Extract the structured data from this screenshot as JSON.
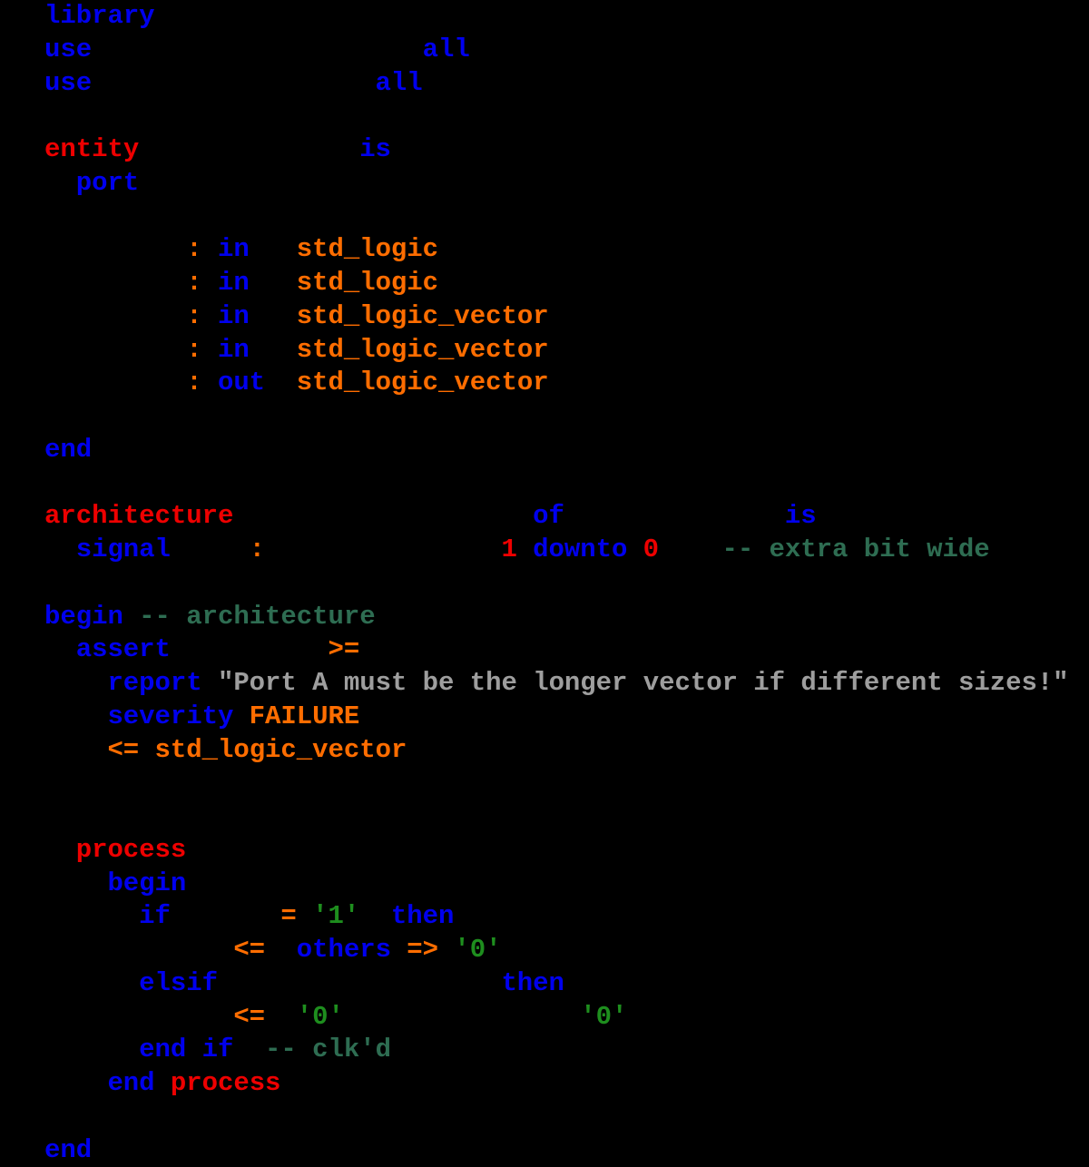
{
  "palette": {
    "background": "#000000",
    "keyword_blue": "#0000EE",
    "structure_red": "#EE0000",
    "type_orange": "#FF6D00",
    "operator_orange": "#FF6D00",
    "number_red": "#EE0000",
    "char_literal_green": "#1E8E1E",
    "comment_green": "#2E6D52",
    "string_gray": "#9E9E9E"
  },
  "code": {
    "lines": [
      {
        "tokens": [
          {
            "col": 0,
            "text": "library",
            "type": "kw"
          }
        ]
      },
      {
        "tokens": [
          {
            "col": 0,
            "text": "use",
            "type": "kw"
          },
          {
            "col": 24,
            "text": "all",
            "type": "kw"
          }
        ]
      },
      {
        "tokens": [
          {
            "col": 0,
            "text": "use",
            "type": "kw"
          },
          {
            "col": 21,
            "text": "all",
            "type": "kw"
          }
        ]
      },
      {
        "tokens": []
      },
      {
        "tokens": [
          {
            "col": 0,
            "text": "entity",
            "type": "st"
          },
          {
            "col": 20,
            "text": "is",
            "type": "kw"
          }
        ]
      },
      {
        "tokens": [
          {
            "col": 2,
            "text": "port",
            "type": "kw"
          }
        ]
      },
      {
        "tokens": []
      },
      {
        "tokens": [
          {
            "col": 9,
            "text": ":",
            "type": "op"
          },
          {
            "col": 11,
            "text": "in",
            "type": "kw"
          },
          {
            "col": 16,
            "text": "std_logic",
            "type": "ty"
          }
        ]
      },
      {
        "tokens": [
          {
            "col": 9,
            "text": ":",
            "type": "op"
          },
          {
            "col": 11,
            "text": "in",
            "type": "kw"
          },
          {
            "col": 16,
            "text": "std_logic",
            "type": "ty"
          }
        ]
      },
      {
        "tokens": [
          {
            "col": 9,
            "text": ":",
            "type": "op"
          },
          {
            "col": 11,
            "text": "in",
            "type": "kw"
          },
          {
            "col": 16,
            "text": "std_logic_vector",
            "type": "ty"
          }
        ]
      },
      {
        "tokens": [
          {
            "col": 9,
            "text": ":",
            "type": "op"
          },
          {
            "col": 11,
            "text": "in",
            "type": "kw"
          },
          {
            "col": 16,
            "text": "std_logic_vector",
            "type": "ty"
          }
        ]
      },
      {
        "tokens": [
          {
            "col": 9,
            "text": ":",
            "type": "op"
          },
          {
            "col": 11,
            "text": "out",
            "type": "kw"
          },
          {
            "col": 16,
            "text": "std_logic_vector",
            "type": "ty"
          }
        ]
      },
      {
        "tokens": []
      },
      {
        "tokens": [
          {
            "col": 0,
            "text": "end",
            "type": "kw"
          }
        ]
      },
      {
        "tokens": []
      },
      {
        "tokens": [
          {
            "col": 0,
            "text": "architecture",
            "type": "st"
          },
          {
            "col": 31,
            "text": "of",
            "type": "kw"
          },
          {
            "col": 47,
            "text": "is",
            "type": "kw"
          }
        ]
      },
      {
        "tokens": [
          {
            "col": 2,
            "text": "signal",
            "type": "kw"
          },
          {
            "col": 13,
            "text": ":",
            "type": "op"
          },
          {
            "col": 29,
            "text": "1",
            "type": "num"
          },
          {
            "col": 31,
            "text": "downto",
            "type": "kw"
          },
          {
            "col": 38,
            "text": "0",
            "type": "num"
          },
          {
            "col": 43,
            "text": "-- extra bit wide",
            "type": "cm"
          }
        ]
      },
      {
        "tokens": []
      },
      {
        "tokens": [
          {
            "col": 0,
            "text": "begin",
            "type": "kw"
          },
          {
            "col": 6,
            "text": "-- architecture",
            "type": "cm"
          }
        ]
      },
      {
        "tokens": [
          {
            "col": 2,
            "text": "assert",
            "type": "kw"
          },
          {
            "col": 18,
            "text": ">=",
            "type": "op"
          }
        ]
      },
      {
        "tokens": [
          {
            "col": 4,
            "text": "report",
            "type": "kw"
          },
          {
            "col": 11,
            "text": "\"Port A must be the longer vector if different sizes!\"",
            "type": "str"
          }
        ]
      },
      {
        "tokens": [
          {
            "col": 4,
            "text": "severity",
            "type": "kw"
          },
          {
            "col": 13,
            "text": "FAILURE",
            "type": "ty"
          }
        ]
      },
      {
        "tokens": [
          {
            "col": 4,
            "text": "<=",
            "type": "op"
          },
          {
            "col": 7,
            "text": "std_logic_vector",
            "type": "ty"
          }
        ]
      },
      {
        "tokens": []
      },
      {
        "tokens": []
      },
      {
        "tokens": [
          {
            "col": 2,
            "text": "process",
            "type": "st"
          }
        ]
      },
      {
        "tokens": [
          {
            "col": 4,
            "text": "begin",
            "type": "kw"
          }
        ]
      },
      {
        "tokens": [
          {
            "col": 6,
            "text": "if",
            "type": "kw"
          },
          {
            "col": 15,
            "text": "=",
            "type": "op"
          },
          {
            "col": 17,
            "text": "'1'",
            "type": "lit"
          },
          {
            "col": 22,
            "text": "then",
            "type": "kw"
          }
        ]
      },
      {
        "tokens": [
          {
            "col": 12,
            "text": "<=",
            "type": "op"
          },
          {
            "col": 16,
            "text": "others",
            "type": "kw"
          },
          {
            "col": 23,
            "text": "=>",
            "type": "op"
          },
          {
            "col": 26,
            "text": "'0'",
            "type": "lit"
          }
        ]
      },
      {
        "tokens": [
          {
            "col": 6,
            "text": "elsif",
            "type": "kw"
          },
          {
            "col": 29,
            "text": "then",
            "type": "kw"
          }
        ]
      },
      {
        "tokens": [
          {
            "col": 12,
            "text": "<=",
            "type": "op"
          },
          {
            "col": 16,
            "text": "'0'",
            "type": "lit"
          },
          {
            "col": 34,
            "text": "'0'",
            "type": "lit"
          }
        ]
      },
      {
        "tokens": [
          {
            "col": 6,
            "text": "end if",
            "type": "kw"
          },
          {
            "col": 14,
            "text": "-- clk'd",
            "type": "cm"
          }
        ]
      },
      {
        "tokens": [
          {
            "col": 4,
            "text": "end",
            "type": "kw"
          },
          {
            "col": 8,
            "text": "process",
            "type": "st"
          }
        ]
      },
      {
        "tokens": []
      },
      {
        "tokens": [
          {
            "col": 0,
            "text": "end",
            "type": "kw"
          }
        ]
      }
    ]
  }
}
